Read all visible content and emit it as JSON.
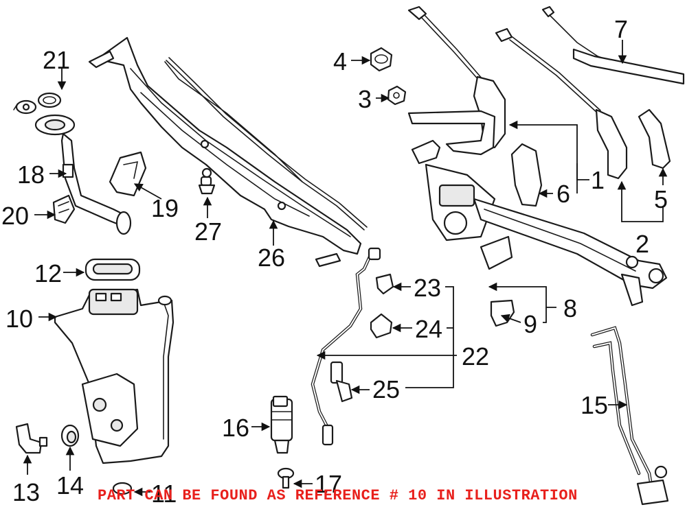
{
  "callouts": [
    {
      "id": "1",
      "text": "1"
    },
    {
      "id": "2",
      "text": "2"
    },
    {
      "id": "3",
      "text": "3"
    },
    {
      "id": "4",
      "text": "4"
    },
    {
      "id": "5",
      "text": "5"
    },
    {
      "id": "6",
      "text": "6"
    },
    {
      "id": "7",
      "text": "7"
    },
    {
      "id": "8",
      "text": "8"
    },
    {
      "id": "9",
      "text": "9"
    },
    {
      "id": "10",
      "text": "10"
    },
    {
      "id": "11",
      "text": "11"
    },
    {
      "id": "12",
      "text": "12"
    },
    {
      "id": "13",
      "text": "13"
    },
    {
      "id": "14",
      "text": "14"
    },
    {
      "id": "15",
      "text": "15"
    },
    {
      "id": "16",
      "text": "16"
    },
    {
      "id": "17",
      "text": "17"
    },
    {
      "id": "18",
      "text": "18"
    },
    {
      "id": "19",
      "text": "19"
    },
    {
      "id": "20",
      "text": "20"
    },
    {
      "id": "21",
      "text": "21"
    },
    {
      "id": "22",
      "text": "22"
    },
    {
      "id": "23",
      "text": "23"
    },
    {
      "id": "24",
      "text": "24"
    },
    {
      "id": "25",
      "text": "25"
    },
    {
      "id": "26",
      "text": "26"
    },
    {
      "id": "27",
      "text": "27"
    }
  ],
  "footer": {
    "note": "PART CAN BE FOUND AS REFERENCE # 10 IN ILLUSTRATION",
    "note_color": "#e8201c"
  }
}
